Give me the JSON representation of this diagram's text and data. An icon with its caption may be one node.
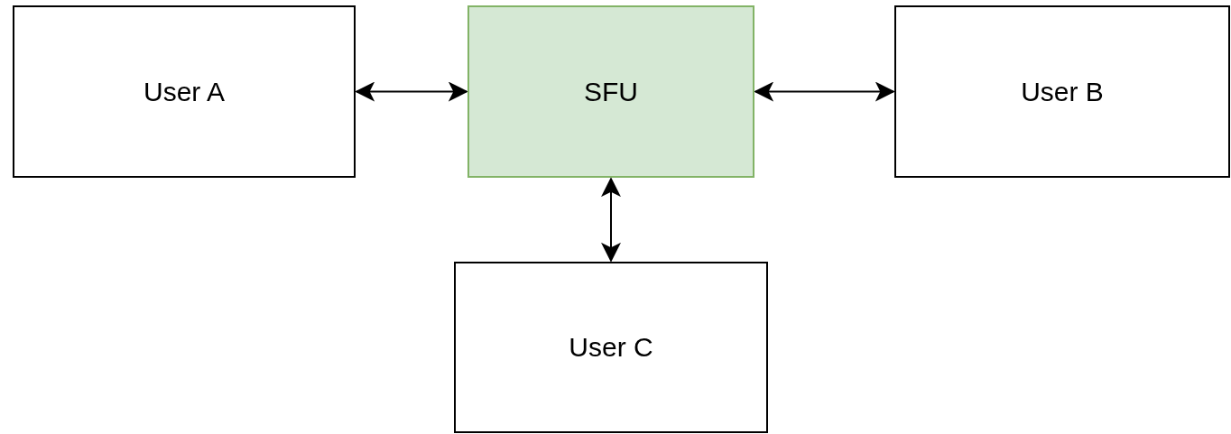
{
  "diagram": {
    "nodes": [
      {
        "text": [
          "User A"
        ]
      },
      {
        "text": [
          "SFU"
        ]
      },
      {
        "text": [
          "User B"
        ]
      },
      {
        "text": [
          "User C"
        ]
      }
    ],
    "edges": [
      {
        "from": 0,
        "to": 1,
        "arrow": "both"
      },
      {
        "from": 1,
        "to": 2,
        "arrow": "both"
      },
      {
        "from": 1,
        "to": 3,
        "arrow": "both"
      }
    ]
  }
}
